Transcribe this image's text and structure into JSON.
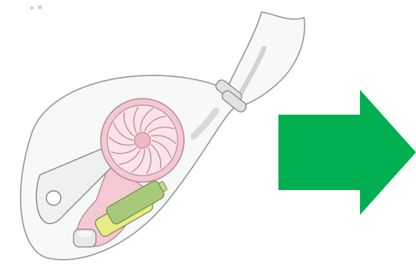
{
  "illustration": {
    "subject": "bagged-handheld-fan",
    "parts": [
      "plastic-bag",
      "twist-tie",
      "fan-blades",
      "fan-housing",
      "battery-pack",
      "aa-battery",
      "aa-battery",
      "power-button"
    ]
  },
  "colors": {
    "background": "#ffffff",
    "bag_outline": "#9a9a9a",
    "bag_fill": "#f7f8f8",
    "fan_pink": "#f4c9d3",
    "fan_outline": "#b9909a",
    "battery_yellow": "#e7ec86",
    "battery_green": "#a9c97a",
    "tie_gray": "#e2e2e2",
    "arrow_green": "#00b050"
  },
  "arrow": {
    "direction": "right",
    "icon": "right-arrow-icon"
  }
}
